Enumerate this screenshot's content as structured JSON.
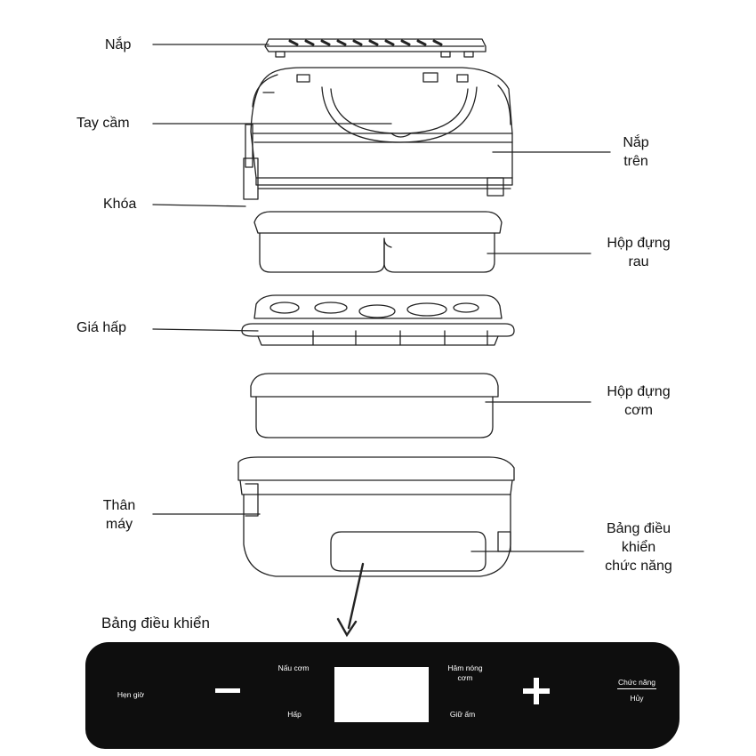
{
  "labels": {
    "nap": "Nắp",
    "tay_cam": "Tay cầm",
    "khoa": "Khóa",
    "nap_tren_1": "Nắp",
    "nap_tren_2": "trên",
    "hop_rau_1": "Hộp đựng",
    "hop_rau_2": "rau",
    "gia_hap": "Giá hấp",
    "hop_com_1": "Hộp đựng",
    "hop_com_2": "cơm",
    "than_may_1": "Thân",
    "than_may_2": "máy",
    "bang_1": "Bảng điều",
    "bang_2": "khiển",
    "bang_3": "chức năng"
  },
  "panel": {
    "title": "Bảng điều khiển",
    "hen_gio": "Hẹn giờ",
    "nau_com": "Nấu cơm",
    "hap": "Hấp",
    "ham_nong_1": "Hâm nóng",
    "ham_nong_2": "cơm",
    "giu_am": "Giữ ấm",
    "chuc_nang": "Chức năng",
    "huy": "Hủy"
  },
  "colors": {
    "panel_bg": "#0e0e0e",
    "line": "#222222",
    "panel_text": "#ffffff"
  }
}
